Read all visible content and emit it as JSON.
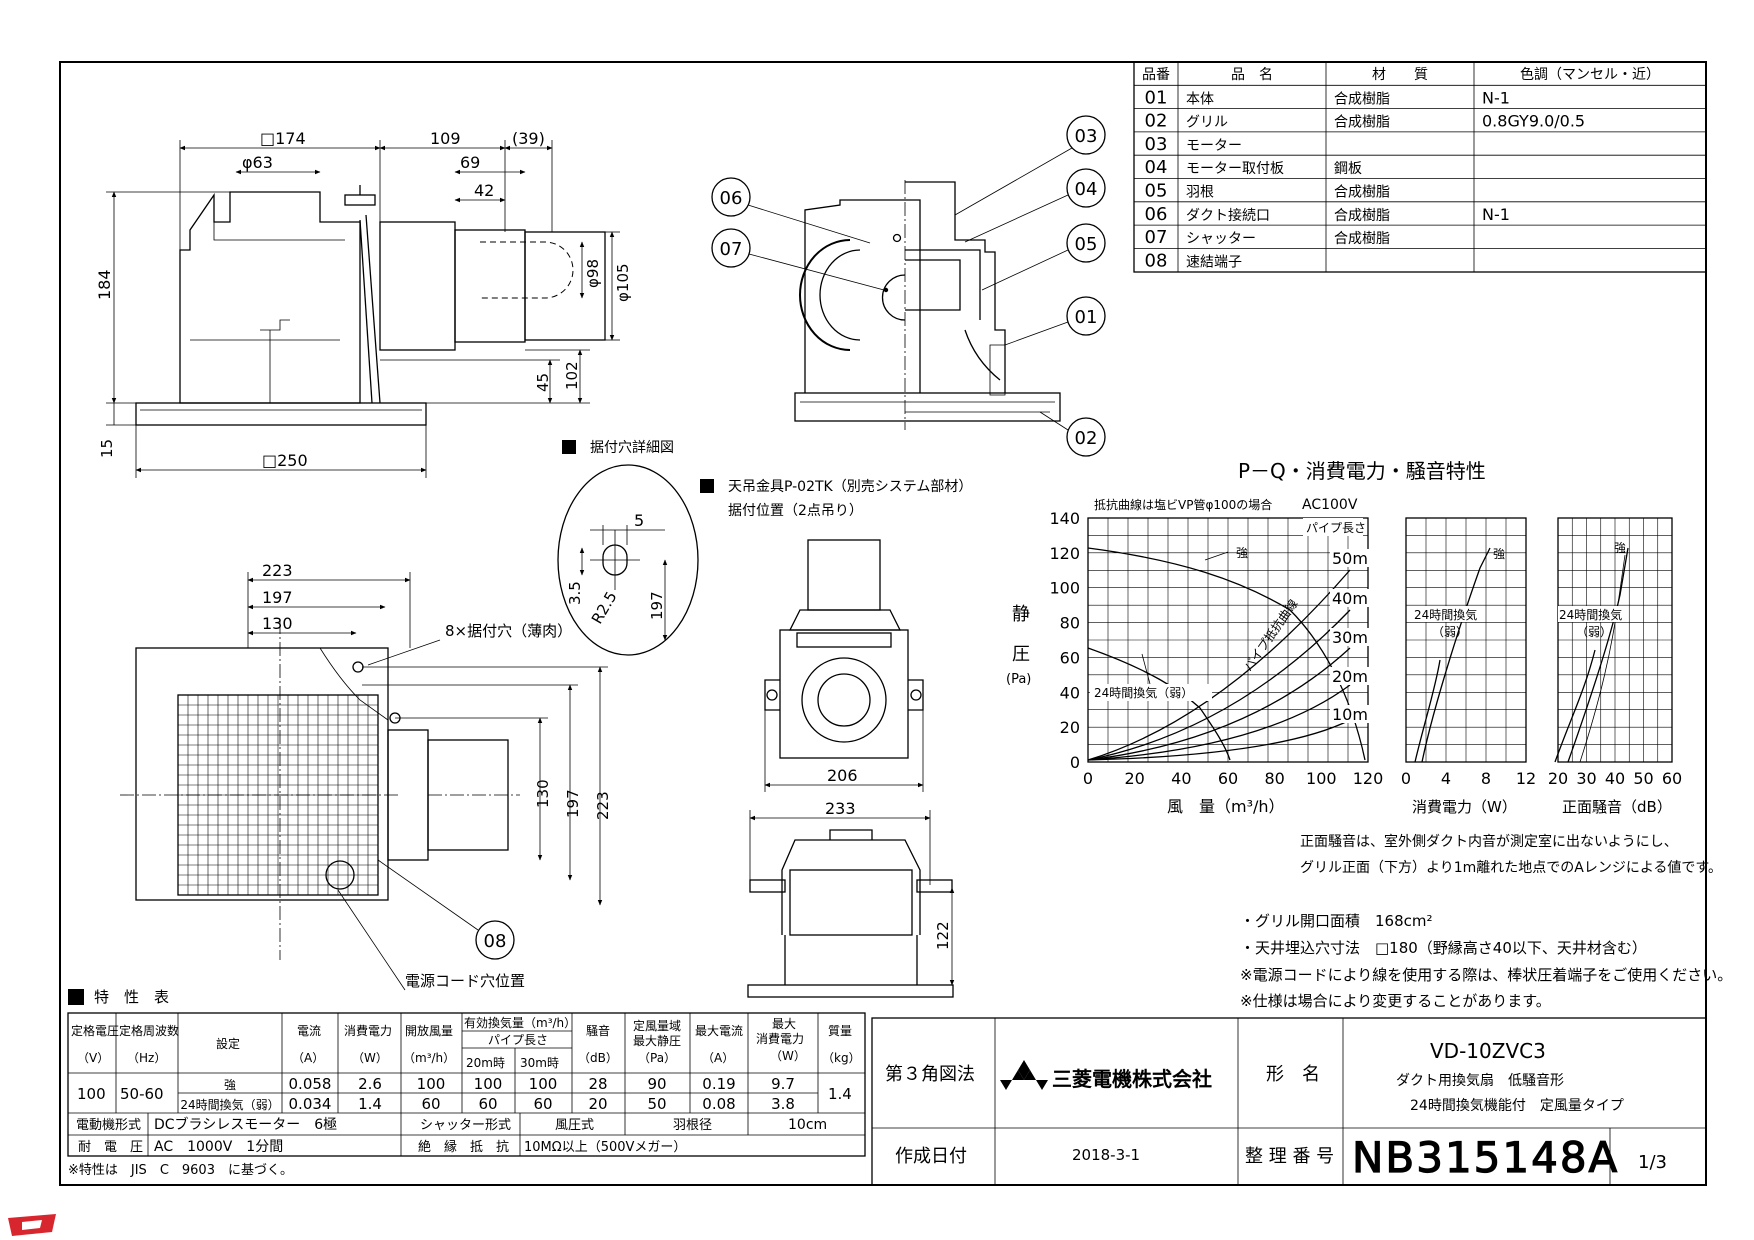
{
  "parts_table": {
    "headers": [
      "品番",
      "品　名",
      "材　　質",
      "色調（マンセル・近）"
    ],
    "rows": [
      [
        "01",
        "本体",
        "合成樹脂",
        "N-1"
      ],
      [
        "02",
        "グリル",
        "合成樹脂",
        "0.8GY9.0/0.5"
      ],
      [
        "03",
        "モーター",
        "",
        ""
      ],
      [
        "04",
        "モーター取付板",
        "鋼板",
        ""
      ],
      [
        "05",
        "羽根",
        "合成樹脂",
        ""
      ],
      [
        "06",
        "ダクト接続口",
        "合成樹脂",
        "N-1"
      ],
      [
        "07",
        "シャッター",
        "合成樹脂",
        ""
      ],
      [
        "08",
        "速結端子",
        "",
        ""
      ]
    ]
  },
  "front_view_dims": {
    "w174": "□174",
    "w109": "109",
    "w39": "(39)",
    "d63": "φ63",
    "w69": "69",
    "w42": "42",
    "h184": "184",
    "d98": "φ98",
    "d105": "φ105",
    "h45": "45",
    "h102": "102",
    "h15": "15",
    "w250": "□250"
  },
  "callouts": [
    "01",
    "02",
    "03",
    "04",
    "05",
    "06",
    "07",
    "08"
  ],
  "mount_hole_detail": {
    "title": "据付穴詳細図",
    "d5": "5",
    "d35": "3.5",
    "r25": "R2.5",
    "d197": "197"
  },
  "hanger": {
    "title": "天吊金具P-02TK（別売システム部材）",
    "subtitle": "据付位置（2点吊り）",
    "w206": "206",
    "w233": "233",
    "h122": "122"
  },
  "plan_view_dims": {
    "w223": "223",
    "w197": "197",
    "w130": "130",
    "mount_holes": "8×据付穴（薄肉）",
    "h130": "130",
    "h197": "197",
    "h223": "223",
    "cord_hole": "電源コード穴位置"
  },
  "pq_chart": {
    "title": "P－Q・消費電力・騒音特性",
    "note": "抵抗曲線は塩ビVP管φ100の場合",
    "voltage": "AC100V",
    "pipe_length_label": "パイプ長さ",
    "pipe_lengths": [
      "50m",
      "40m",
      "30m",
      "20m",
      "10m"
    ],
    "resistance_label": "パイプ抵抗曲線",
    "strong_label": "強",
    "weak_label": "24時間換気（弱）",
    "ylabel_chars": [
      "静",
      "圧"
    ],
    "yunit": "(Pa)",
    "yticks": [
      "140",
      "120",
      "100",
      "80",
      "60",
      "40",
      "20",
      "0"
    ],
    "xticks": [
      "0",
      "20",
      "40",
      "60",
      "80",
      "100",
      "120"
    ],
    "xlabel": "風　量（m³/h）",
    "power": {
      "xticks": [
        "0",
        "4",
        "8",
        "12"
      ],
      "xlabel": "消費電力（W）",
      "strong": "強",
      "weak1": "24時間換気",
      "weak2": "（弱）"
    },
    "noise": {
      "xticks": [
        "20",
        "30",
        "40",
        "50",
        "60"
      ],
      "xlabel": "正面騒音（dB）",
      "strong": "強",
      "weak1": "24時間換気",
      "weak2": "（弱）"
    },
    "noise_note_1": "正面騒音は、室外側ダクト内音が測定室に出ないようにし、",
    "noise_note_2": "グリル正面（下方）より1m離れた地点でのAレンジによる値です。"
  },
  "notes": [
    "・グリル開口面積　168cm²",
    "・天井埋込穴寸法　□180（野縁高さ40以下、天井材含む）",
    "※電源コードにより線を使用する際は、棒状圧着端子をご使用ください。",
    "※仕様は場合により変更することがあります。"
  ],
  "spec_table": {
    "title": "特　性　表",
    "h_voltage": "定格電圧",
    "h_voltage_unit": "（V）",
    "h_freq": "定格周波数",
    "h_freq_unit": "（Hz）",
    "h_setting": "設定",
    "h_current": "電流",
    "h_current_unit": "（A）",
    "h_power": "消費電力",
    "h_power_unit": "（W）",
    "h_open_air": "開放風量",
    "h_open_air_unit": "（m³/h）",
    "h_eff_air": "有効換気量（m³/h）",
    "h_pipe_len": "パイプ長さ",
    "h_20m": "20m時",
    "h_30m": "30m時",
    "h_noise": "騒音",
    "h_noise_unit": "（dB）",
    "h_static1": "定風量域",
    "h_static2": "最大静圧",
    "h_static_unit": "（Pa）",
    "h_maxcur": "最大電流",
    "h_maxcur_unit": "（A）",
    "h_maxpow1": "最大",
    "h_maxpow2": "消費電力",
    "h_maxpow_unit": "（W）",
    "h_mass": "質量",
    "h_mass_unit": "（kg）",
    "voltage": "100",
    "freq": "50-60",
    "mass": "1.4",
    "rows": [
      [
        "強",
        "0.058",
        "2.6",
        "100",
        "100",
        "100",
        "28",
        "90",
        "0.19",
        "9.7"
      ],
      [
        "24時間換気（弱）",
        "0.034",
        "1.4",
        "60",
        "60",
        "60",
        "20",
        "50",
        "0.08",
        "3.8"
      ]
    ],
    "motor_label": "電動機形式",
    "motor": "DCブラシレスモーター　6極",
    "shutter_label": "シャッター形式",
    "shutter": "風圧式",
    "blade_label": "羽根径",
    "blade": "10cm",
    "withstand_label": "耐　電　圧",
    "withstand": "AC　1000V　1分間",
    "insulation_label": "絶　縁　抵　抗",
    "insulation": "10MΩ以上（500Vメガー）",
    "footnote": "※特性は　JIS　C　9603　に基づく。"
  },
  "title_block": {
    "projection": "第３角図法",
    "company": "三菱電機株式会社",
    "model_label": "形　名",
    "model": "VD-10ZVC3",
    "desc1": "ダクト用換気扇　低騒音形",
    "desc2": "24時間換気機能付　定風量タイプ",
    "date_label": "作成日付",
    "date": "2018-3-1",
    "doc_label": "整 理 番 号",
    "doc_no": "NB315148A",
    "page": "1/3"
  }
}
